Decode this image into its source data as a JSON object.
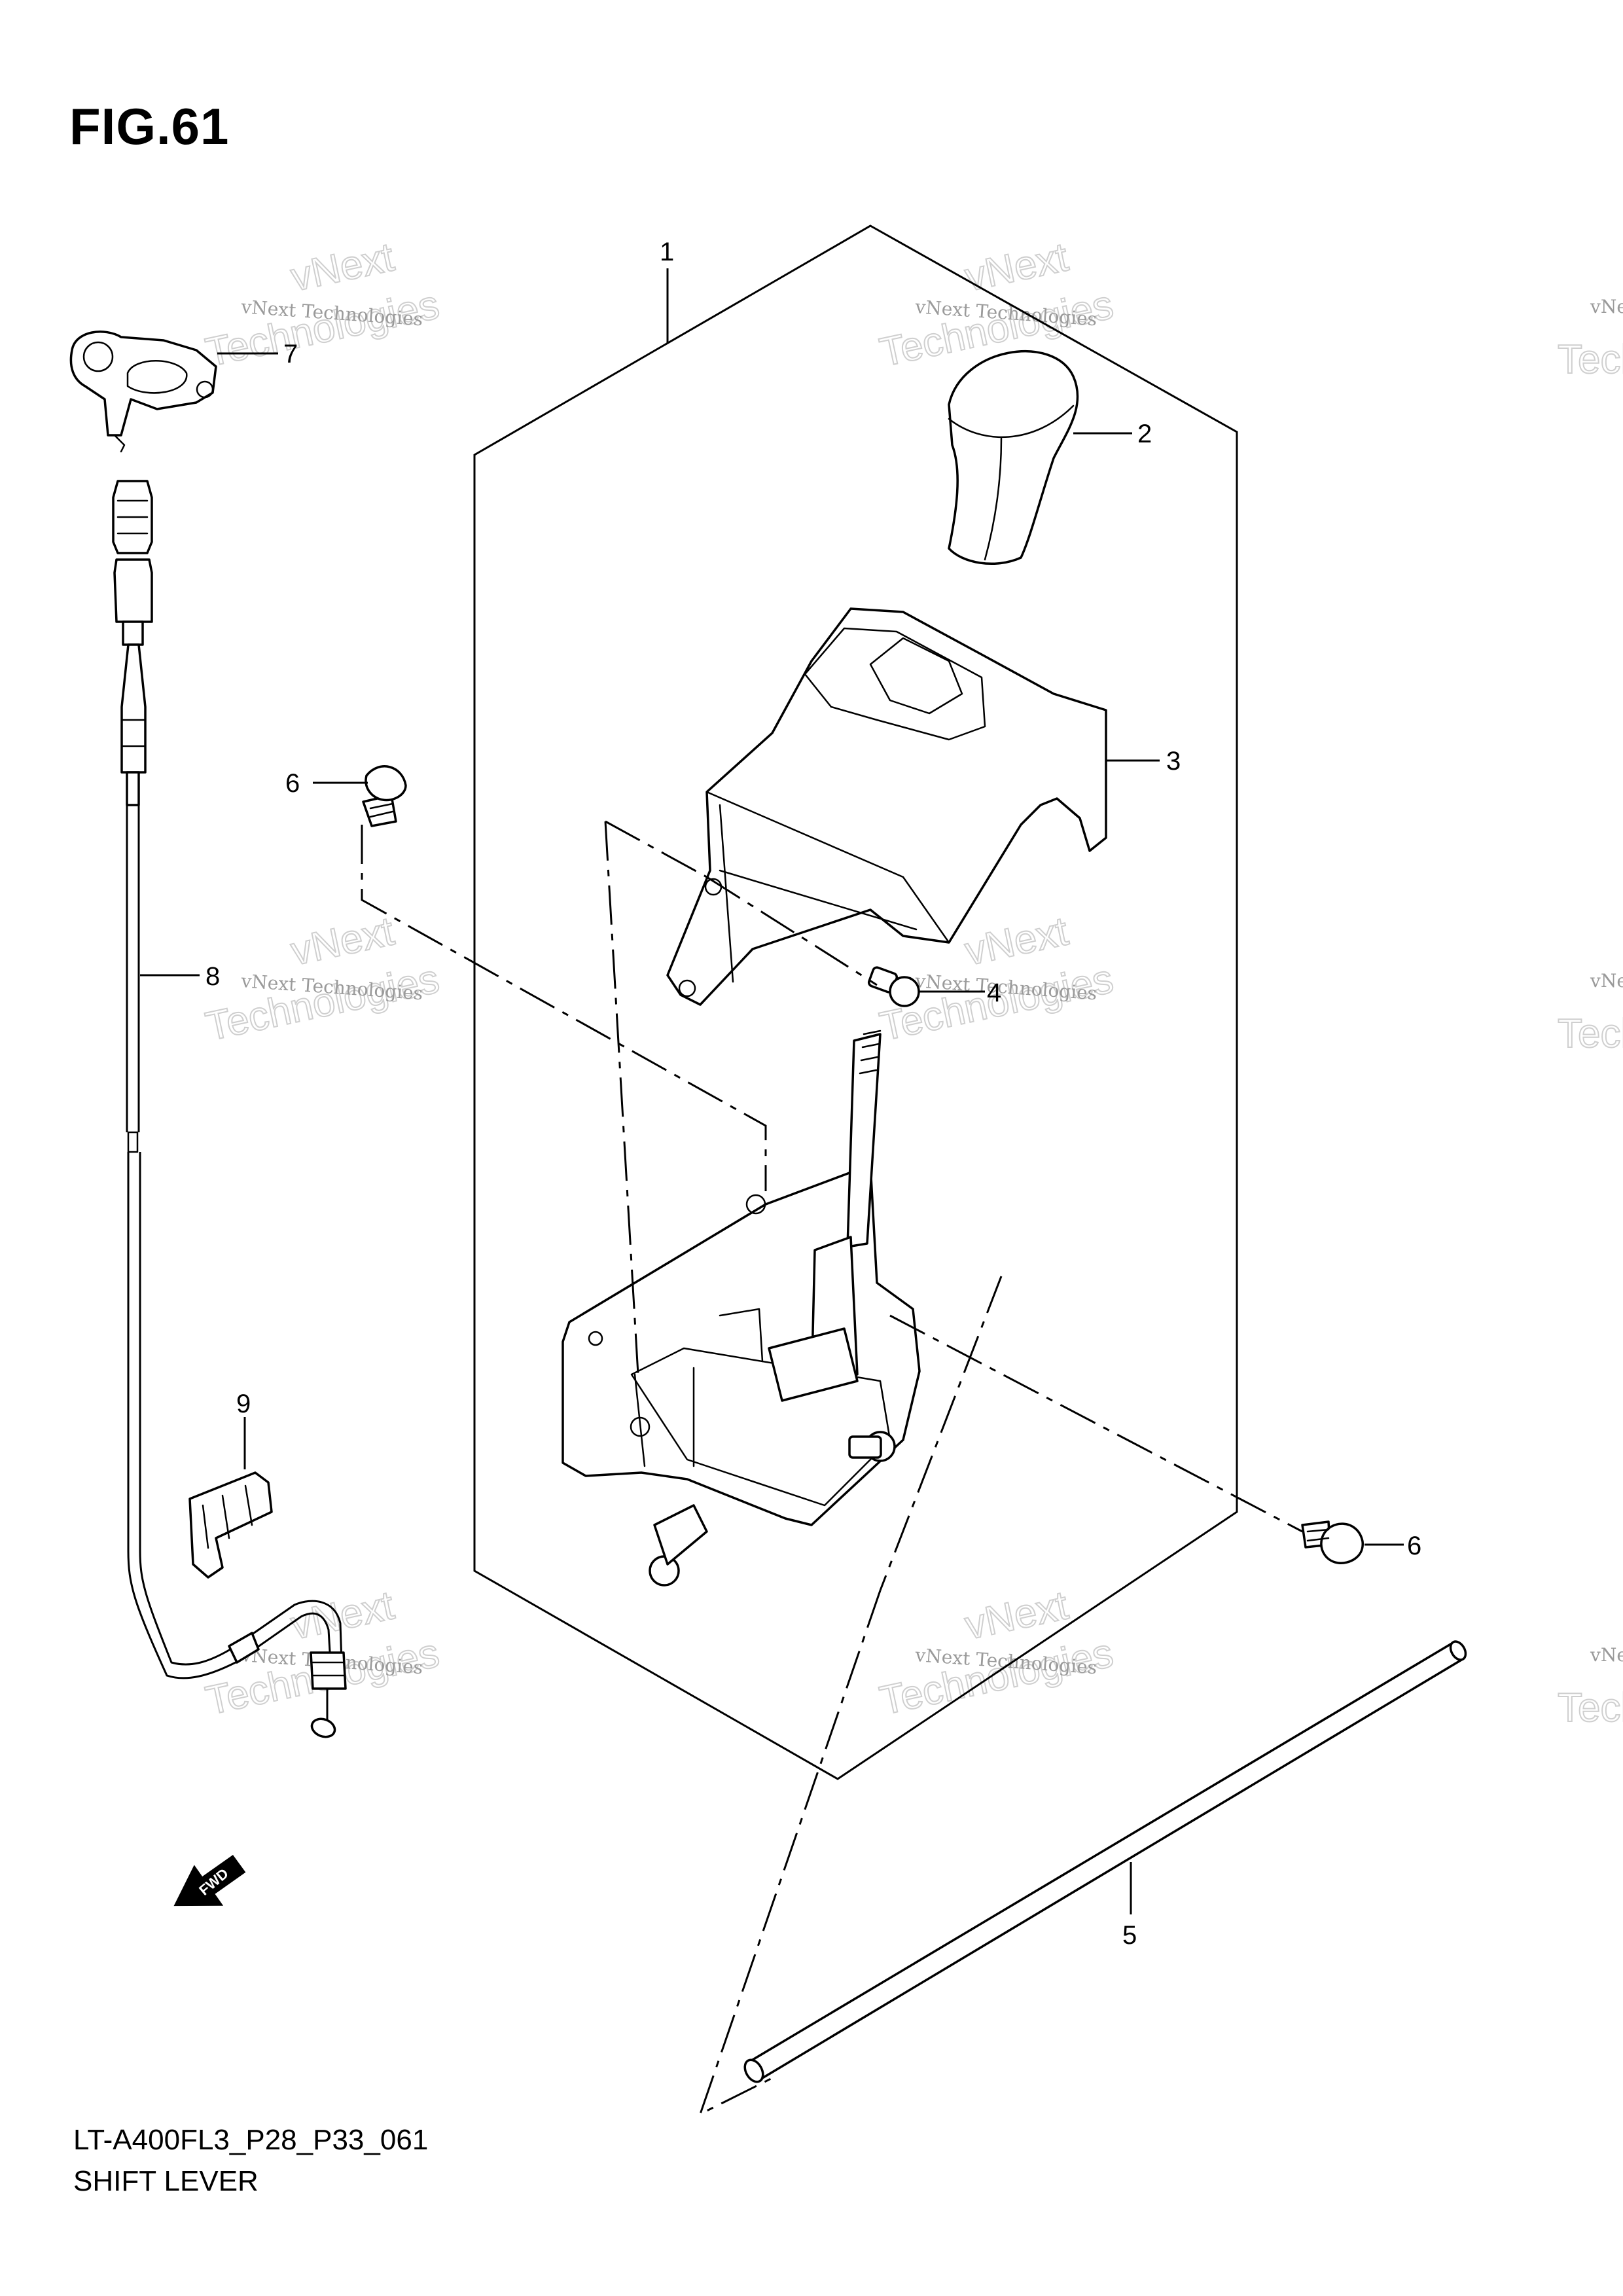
{
  "figure": {
    "title": "FIG.61",
    "diagram_code": "LT-A400FL3_P28_P33_061",
    "diagram_name": "SHIFT LEVER"
  },
  "callouts": {
    "c1": "1",
    "c2": "2",
    "c3": "3",
    "c4": "4",
    "c5": "5",
    "c6a": "6",
    "c6b": "6",
    "c7": "7",
    "c8": "8",
    "c9": "9"
  },
  "watermark": {
    "line1": "vNext Technologies",
    "line2": "vNext",
    "line3": "Technologies"
  },
  "fwd_label": "FWD"
}
